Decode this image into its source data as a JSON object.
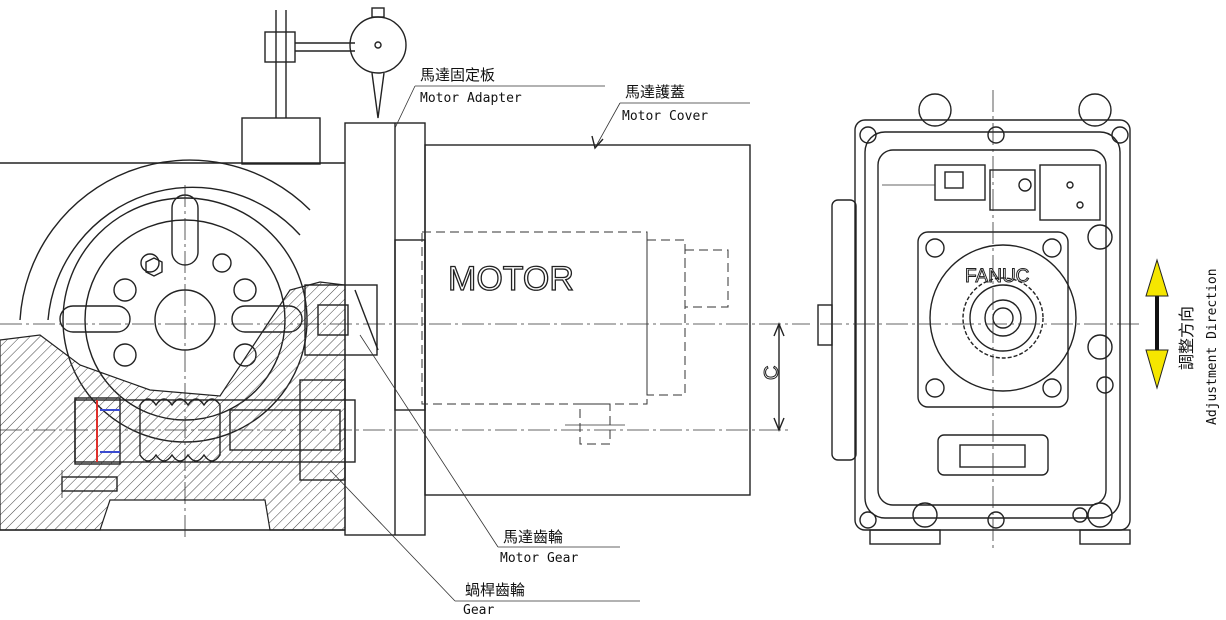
{
  "labels": {
    "motor_adapter_zh": "馬達固定板",
    "motor_adapter_en": "Motor Adapter",
    "motor_cover_zh": "馬達護蓋",
    "motor_cover_en": "Motor Cover",
    "motor_gear_zh": "馬達齒輪",
    "motor_gear_en": "Motor Gear",
    "worm_gear_zh": "蝸桿齒輪",
    "worm_gear_en": "Gear",
    "motor_text": "MOTOR",
    "fanuc_text": "FANUC",
    "dimension_c": "C",
    "adjust_zh": "調整方向",
    "adjust_en": "Adjustment Direction"
  },
  "colors": {
    "arrow_fill": "#f5e600",
    "line": "#222222"
  }
}
